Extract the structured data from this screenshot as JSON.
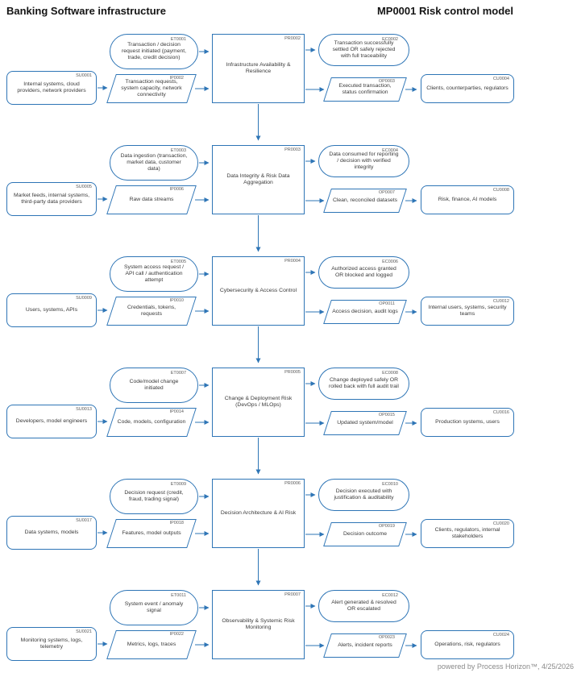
{
  "header": {
    "left_title": "Banking Software infrastructure",
    "right_title": "MP0001 Risk control model"
  },
  "footer": {
    "credit": "powered by Process Horizon™, 4/25/2026"
  },
  "colors": {
    "accent": "#2e75b6"
  },
  "rows": [
    {
      "supplier": {
        "code": "SU0001",
        "label": "Internal systems, cloud providers, network providers"
      },
      "event_trigger": {
        "code": "ET0001",
        "label": "Transaction / decision request initiated (payment, trade, credit decision)"
      },
      "input": {
        "code": "IP0002",
        "label": "Transaction requests, system capacity, network connectivity"
      },
      "process": {
        "code": "PR0002",
        "label": "Infrastructure Availability & Resilience"
      },
      "event_conclusion": {
        "code": "EC0002",
        "label": "Transaction successfully settled OR safely rejected with full traceability"
      },
      "output": {
        "code": "OP0003",
        "label": "Executed transaction, status confirmation"
      },
      "customer": {
        "code": "CU0004",
        "label": "Clients, counterparties, regulators"
      }
    },
    {
      "supplier": {
        "code": "SU0005",
        "label": "Market feeds, internal systems, third-party data providers"
      },
      "event_trigger": {
        "code": "ET0003",
        "label": "Data ingestion (transaction, market data, customer data)"
      },
      "input": {
        "code": "IP0006",
        "label": "Raw data streams"
      },
      "process": {
        "code": "PR0003",
        "label": "Data Integrity & Risk Data Aggregation"
      },
      "event_conclusion": {
        "code": "EC0004",
        "label": "Data consumed for reporting / decision with verified integrity"
      },
      "output": {
        "code": "OP0007",
        "label": "Clean, reconciled datasets"
      },
      "customer": {
        "code": "CU0008",
        "label": "Risk, finance, AI models"
      }
    },
    {
      "supplier": {
        "code": "SU0009",
        "label": "Users, systems, APIs"
      },
      "event_trigger": {
        "code": "ET0005",
        "label": "System access request / API call / authentication attempt"
      },
      "input": {
        "code": "IP0010",
        "label": "Credentials, tokens, requests"
      },
      "process": {
        "code": "PR0004",
        "label": "Cybersecurity & Access Control"
      },
      "event_conclusion": {
        "code": "EC0006",
        "label": "Authorized access granted OR blocked and logged"
      },
      "output": {
        "code": "OP0011",
        "label": "Access decision, audit logs"
      },
      "customer": {
        "code": "CU0012",
        "label": "Internal users, systems, security teams"
      }
    },
    {
      "supplier": {
        "code": "SU0013",
        "label": "Developers, model engineers"
      },
      "event_trigger": {
        "code": "ET0007",
        "label": "Code/model change initiated"
      },
      "input": {
        "code": "IP0014",
        "label": "Code, models, configuration"
      },
      "process": {
        "code": "PR0005",
        "label": "Change & Deployment Risk (DevOps / MLOps)"
      },
      "event_conclusion": {
        "code": "EC0008",
        "label": "Change deployed safely OR rolled back with full audit trail"
      },
      "output": {
        "code": "OP0015",
        "label": "Updated system/model"
      },
      "customer": {
        "code": "CU0016",
        "label": "Production systems, users"
      }
    },
    {
      "supplier": {
        "code": "SU0017",
        "label": "Data systems, models"
      },
      "event_trigger": {
        "code": "ET0009",
        "label": "Decision request (credit, fraud, trading signal)"
      },
      "input": {
        "code": "IP0018",
        "label": "Features, model outputs"
      },
      "process": {
        "code": "PR0006",
        "label": "Decision Architecture & AI Risk"
      },
      "event_conclusion": {
        "code": "EC0010",
        "label": "Decision executed with justification & auditability"
      },
      "output": {
        "code": "OP0019",
        "label": "Decision outcome"
      },
      "customer": {
        "code": "CU0020",
        "label": "Clients, regulators, internal stakeholders"
      }
    },
    {
      "supplier": {
        "code": "SU0021",
        "label": "Monitoring systems, logs, telemetry"
      },
      "event_trigger": {
        "code": "ET0011",
        "label": "System event / anomaly signal"
      },
      "input": {
        "code": "IP0022",
        "label": "Metrics, logs, traces"
      },
      "process": {
        "code": "PR0007",
        "label": "Observability & Systemic Risk Monitoring"
      },
      "event_conclusion": {
        "code": "EC0012",
        "label": "Alert generated & resolved OR escalated"
      },
      "output": {
        "code": "OP0023",
        "label": "Alerts, incident reports"
      },
      "customer": {
        "code": "CU0024",
        "label": "Operations, risk, regulators"
      }
    }
  ]
}
